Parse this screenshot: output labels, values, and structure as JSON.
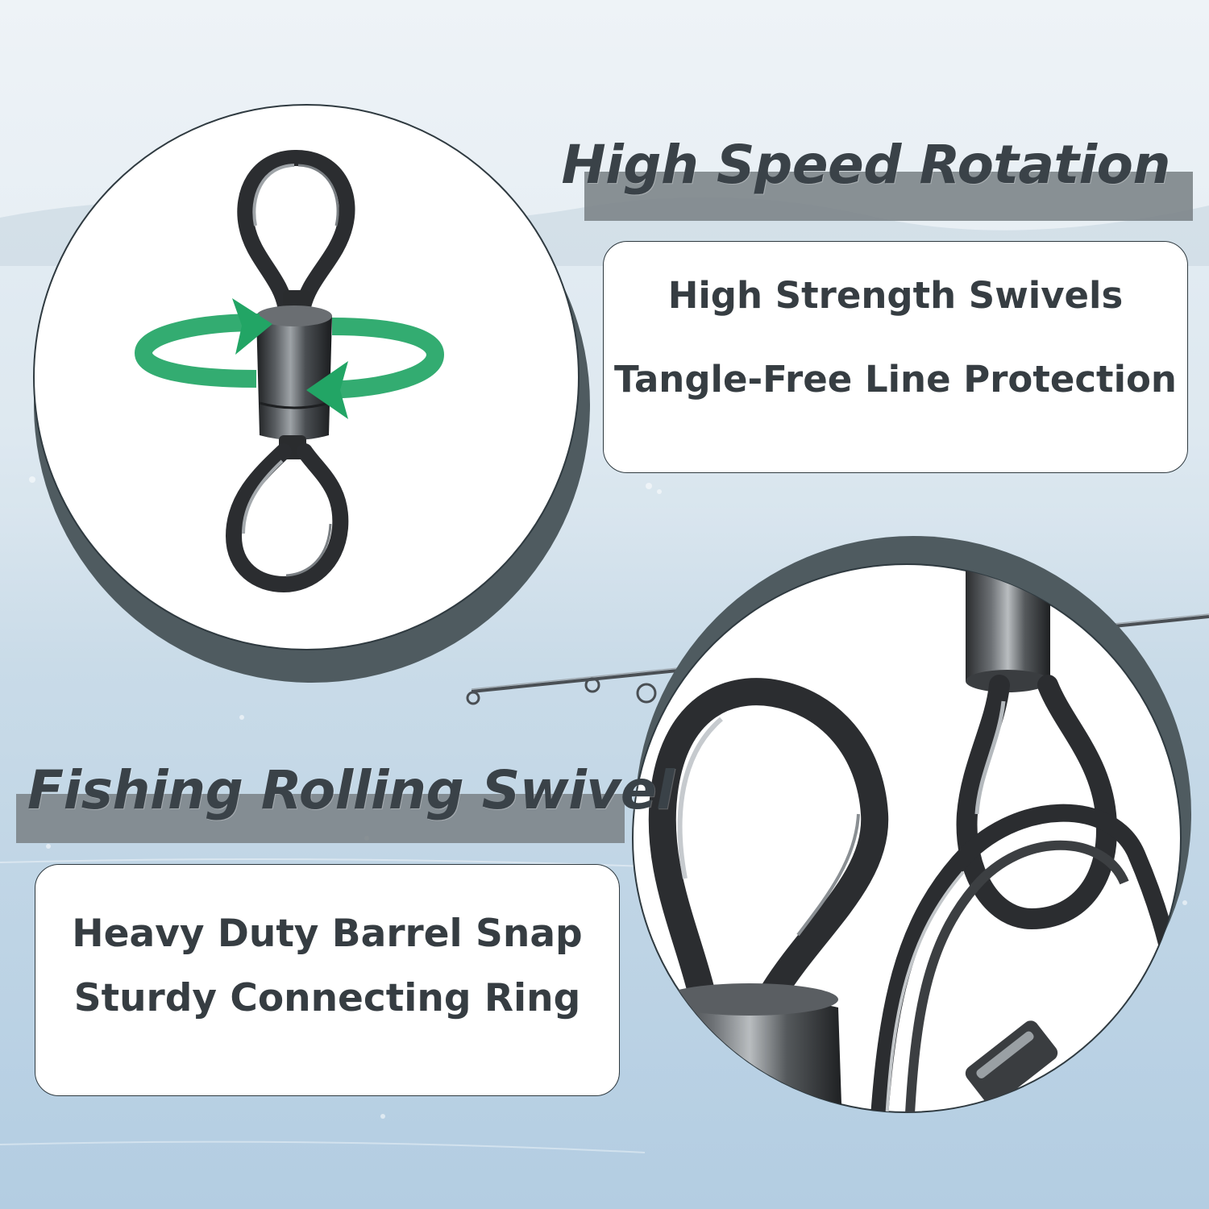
{
  "headings": {
    "top": "High Speed Rotation",
    "bottom": "Fishing Rolling Swivel"
  },
  "cards": {
    "top": [
      "High Strength Swivels",
      "Tangle-Free Line Protection"
    ],
    "bottom": [
      "Heavy Duty Barrel Snap",
      "Sturdy Connecting Ring"
    ]
  },
  "colors": {
    "sky": "#e6eef4",
    "water": "#bcd4e6",
    "circle_shadow": "#4f5b60",
    "heading_band": "#7d858a",
    "heading_text": "#3a4248",
    "rotation_arrow": "#22a565",
    "metal": "#3a3d40"
  },
  "icons": [
    "rotation-arrow-icon",
    "rolling-swivel-image",
    "swivel-snap-closeup-image",
    "fishing-rod-image"
  ]
}
